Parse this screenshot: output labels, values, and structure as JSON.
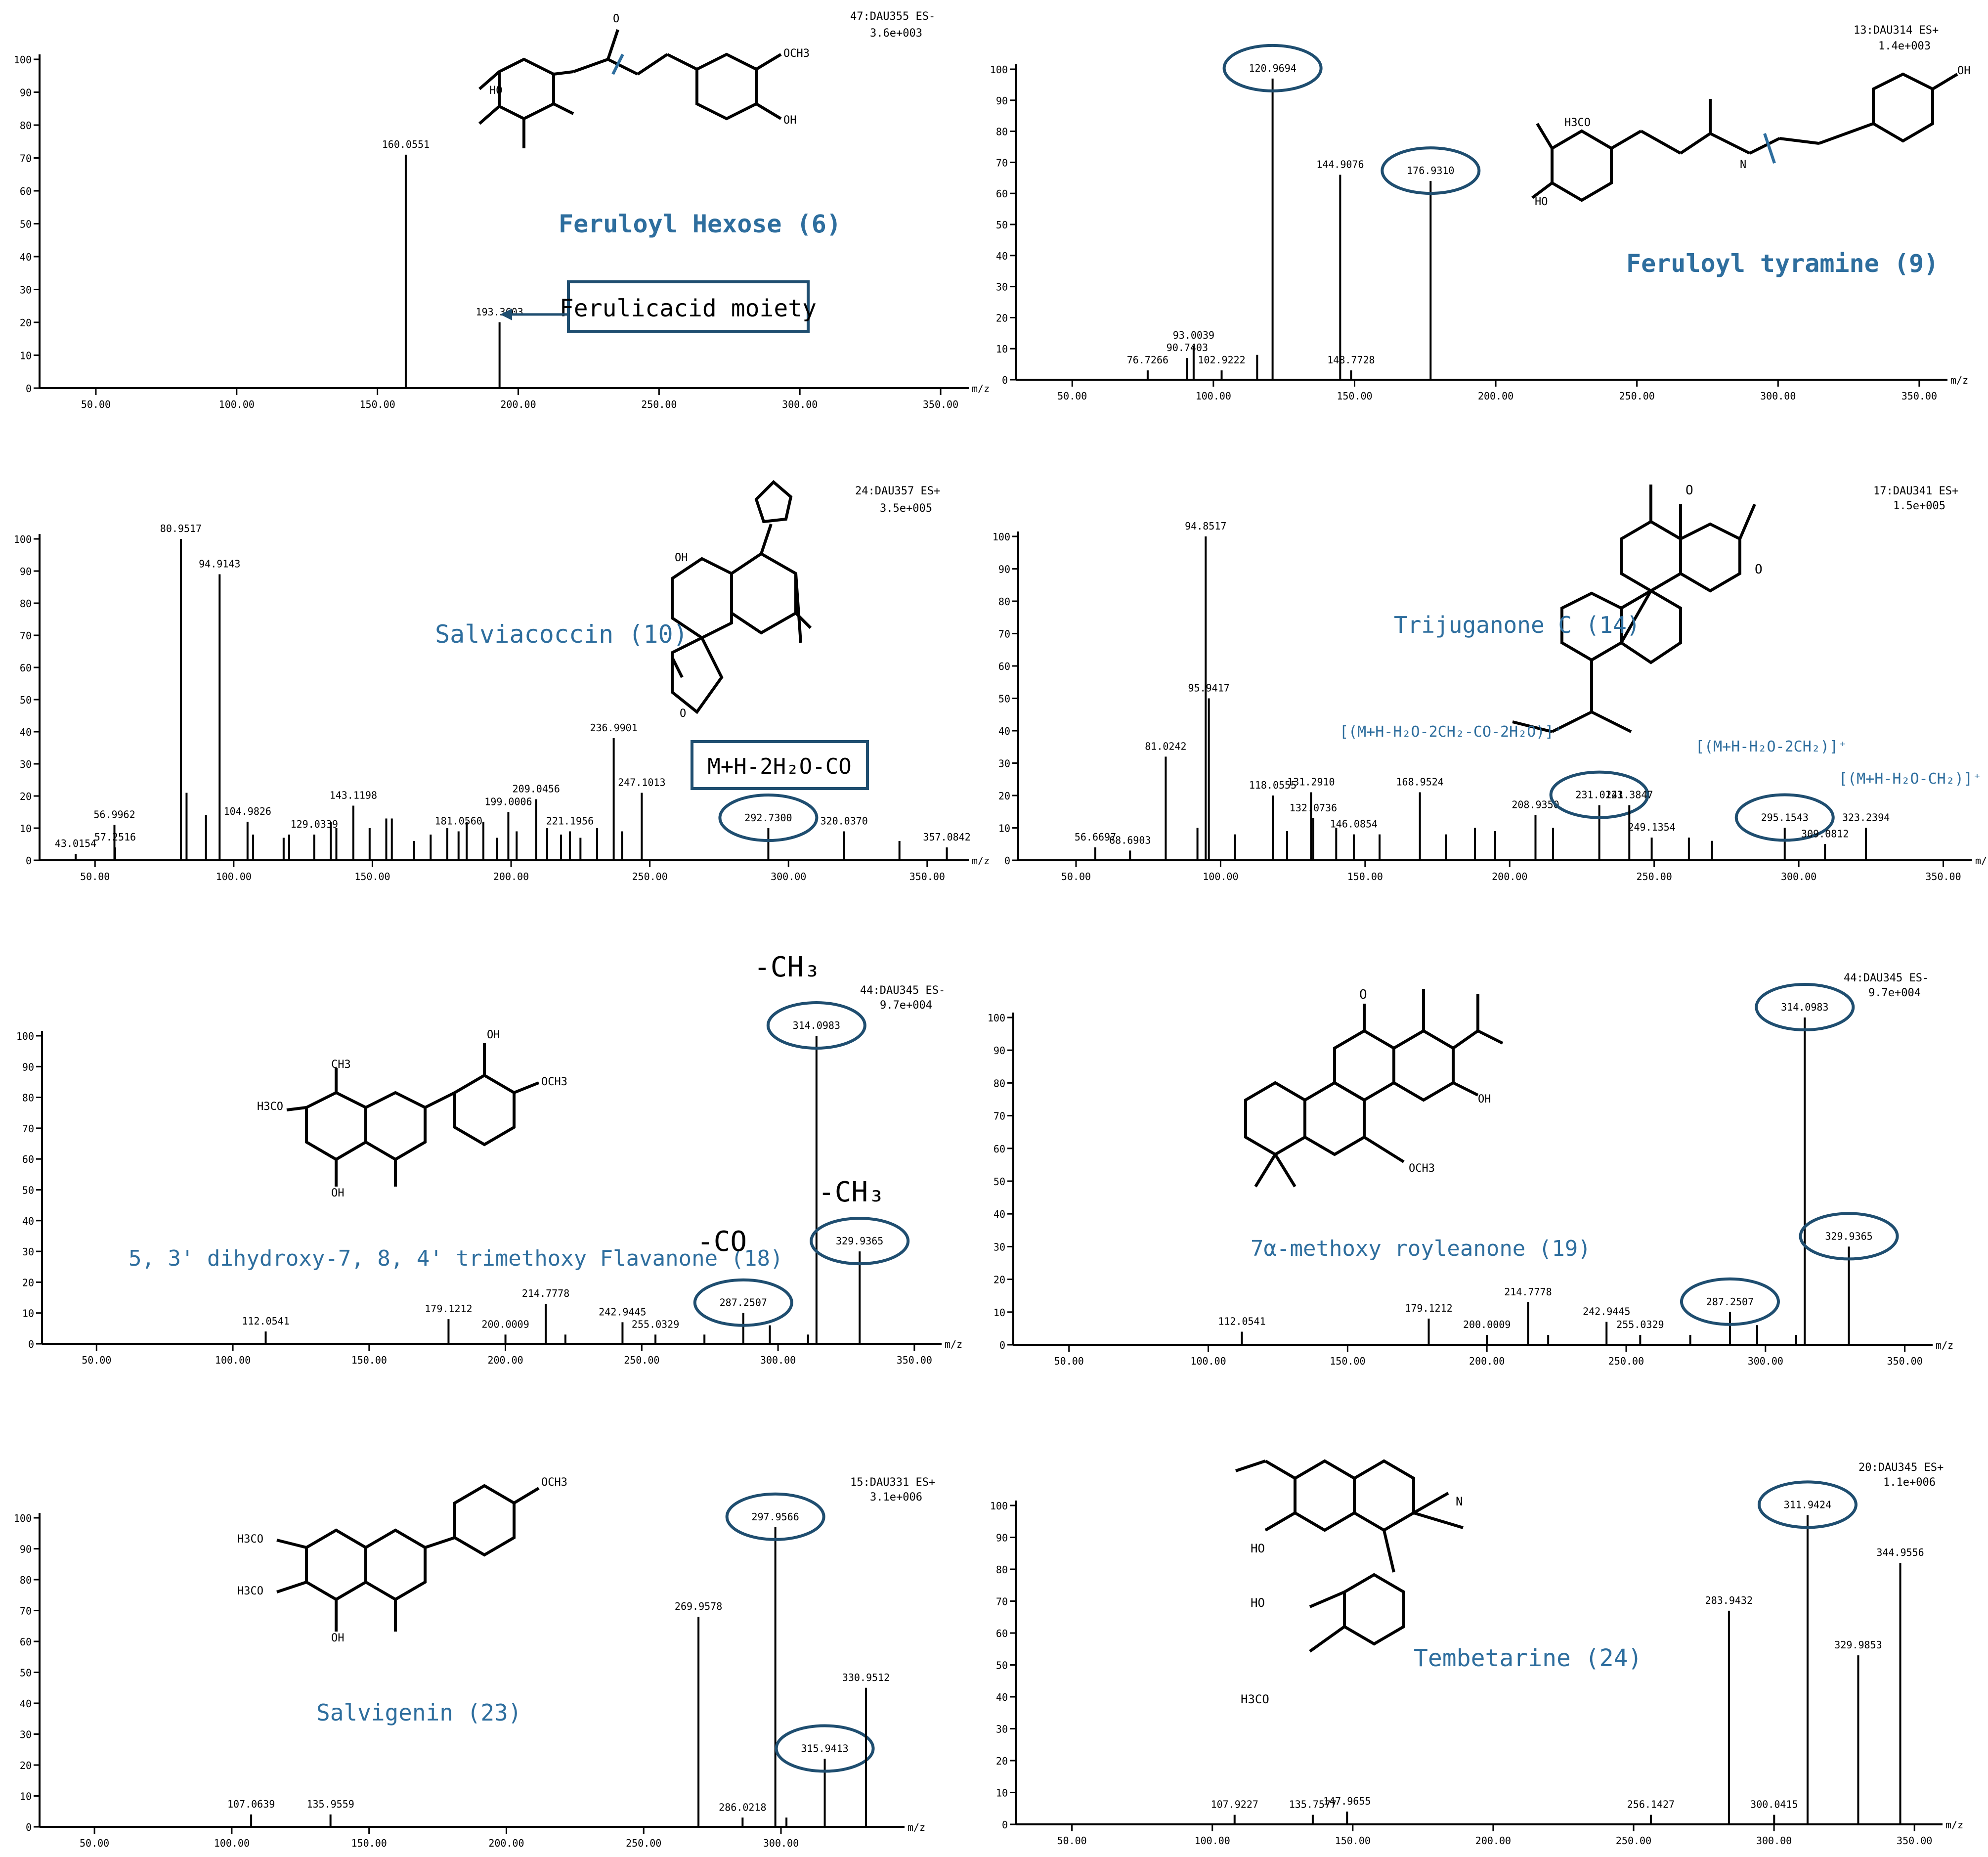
{
  "colors": {
    "compound_name": "#2e6e9e",
    "ellipse": "#1f4e70",
    "axis": "#000000",
    "peak": "#000000"
  },
  "chart_data": [
    {
      "type": "bar",
      "compound_name": "Feruloyl Hexose (6)",
      "header_line1": "47:DAU355  ES-",
      "header_line2": "3.6e+003",
      "xlim": [
        30,
        360
      ],
      "ylim": [
        0,
        100
      ],
      "x_ticks": [
        "50.00",
        "100.00",
        "150.00",
        "200.00",
        "250.00",
        "300.00",
        "350.00"
      ],
      "x_tick_values": [
        50,
        100,
        150,
        200,
        250,
        300,
        350
      ],
      "y_ticks": [
        "0",
        "10",
        "20",
        "30",
        "40",
        "50",
        "60",
        "70",
        "80",
        "90",
        "100"
      ],
      "xunit": "m/z",
      "peaks": [
        {
          "x": 160.0551,
          "y": 71,
          "label": "160.0551"
        },
        {
          "x": 193.3603,
          "y": 20,
          "label": "193.3603"
        }
      ],
      "annotations": [
        {
          "text": "Ferulicacid moiety",
          "x": 193.3603,
          "y": 20,
          "type": "box-arrow"
        }
      ]
    },
    {
      "type": "bar",
      "compound_name": "Feruloyl tyramine (9)",
      "header_line1": "13:DAU314  ES+",
      "header_line2": "1.4e+003",
      "xlim": [
        30,
        360
      ],
      "ylim": [
        0,
        100
      ],
      "x_ticks": [
        "50.00",
        "100.00",
        "150.00",
        "200.00",
        "250.00",
        "300.00",
        "350.00"
      ],
      "x_tick_values": [
        50,
        100,
        150,
        200,
        250,
        300,
        350
      ],
      "y_ticks": [
        "0",
        "10",
        "20",
        "30",
        "40",
        "50",
        "60",
        "70",
        "80",
        "90",
        "100"
      ],
      "xunit": "m/z",
      "peaks": [
        {
          "x": 76.7266,
          "y": 3,
          "label": "76.7266"
        },
        {
          "x": 90.7403,
          "y": 7,
          "label": "90.7403"
        },
        {
          "x": 93.0039,
          "y": 11,
          "label": "93.0039"
        },
        {
          "x": 102.9222,
          "y": 3,
          "label": "102.9222"
        },
        {
          "x": 115.5,
          "y": 8,
          "label": ""
        },
        {
          "x": 120.9694,
          "y": 97,
          "label": "120.9694",
          "circled": true
        },
        {
          "x": 144.9076,
          "y": 66,
          "label": "144.9076"
        },
        {
          "x": 148.7728,
          "y": 3,
          "label": "148.7728"
        },
        {
          "x": 176.931,
          "y": 64,
          "label": "176.9310",
          "circled": true
        }
      ]
    },
    {
      "type": "bar",
      "compound_name": "Salviacoccin (10)",
      "header_line1": "24:DAU357  ES+",
      "header_line2": "3.5e+005",
      "xlim": [
        30,
        365
      ],
      "ylim": [
        0,
        100
      ],
      "x_ticks": [
        "50.00",
        "100.00",
        "150.00",
        "200.00",
        "250.00",
        "300.00",
        "350.00"
      ],
      "x_tick_values": [
        50,
        100,
        150,
        200,
        250,
        300,
        350
      ],
      "y_ticks": [
        "0",
        "10",
        "20",
        "30",
        "40",
        "50",
        "60",
        "70",
        "80",
        "90",
        "100"
      ],
      "xunit": "m/z",
      "peaks": [
        {
          "x": 43.0154,
          "y": 2,
          "label": "43.0154"
        },
        {
          "x": 56.9962,
          "y": 11,
          "label": "56.9962"
        },
        {
          "x": 57.2516,
          "y": 4,
          "label": "57.2516"
        },
        {
          "x": 80.9517,
          "y": 100,
          "label": "80.9517"
        },
        {
          "x": 83.0,
          "y": 21,
          "label": ""
        },
        {
          "x": 90.0,
          "y": 14,
          "label": ""
        },
        {
          "x": 94.9143,
          "y": 89,
          "label": "94.9143"
        },
        {
          "x": 104.9826,
          "y": 12,
          "label": "104.9826"
        },
        {
          "x": 107.0,
          "y": 8,
          "label": ""
        },
        {
          "x": 118.0,
          "y": 7,
          "label": ""
        },
        {
          "x": 120.0,
          "y": 8,
          "label": ""
        },
        {
          "x": 129.0339,
          "y": 8,
          "label": "129.0339"
        },
        {
          "x": 135.0,
          "y": 12,
          "label": ""
        },
        {
          "x": 137.0,
          "y": 10,
          "label": ""
        },
        {
          "x": 143.1198,
          "y": 17,
          "label": "143.1198"
        },
        {
          "x": 149.0,
          "y": 10,
          "label": ""
        },
        {
          "x": 155.0,
          "y": 13,
          "label": ""
        },
        {
          "x": 157.0,
          "y": 13,
          "label": ""
        },
        {
          "x": 165.0,
          "y": 6,
          "label": ""
        },
        {
          "x": 171.0,
          "y": 8,
          "label": ""
        },
        {
          "x": 177.0,
          "y": 10,
          "label": ""
        },
        {
          "x": 181.056,
          "y": 9,
          "label": "181.0560"
        },
        {
          "x": 184.0,
          "y": 12,
          "label": ""
        },
        {
          "x": 190.0,
          "y": 12,
          "label": ""
        },
        {
          "x": 195.0,
          "y": 7,
          "label": ""
        },
        {
          "x": 199.0006,
          "y": 15,
          "label": "199.0006"
        },
        {
          "x": 202.0,
          "y": 9,
          "label": ""
        },
        {
          "x": 209.0456,
          "y": 19,
          "label": "209.0456"
        },
        {
          "x": 213.0,
          "y": 10,
          "label": ""
        },
        {
          "x": 218.0,
          "y": 8,
          "label": ""
        },
        {
          "x": 221.1956,
          "y": 9,
          "label": "221.1956"
        },
        {
          "x": 225.0,
          "y": 7,
          "label": ""
        },
        {
          "x": 231.0,
          "y": 10,
          "label": ""
        },
        {
          "x": 236.9901,
          "y": 38,
          "label": "236.9901"
        },
        {
          "x": 240.0,
          "y": 9,
          "label": ""
        },
        {
          "x": 247.1013,
          "y": 21,
          "label": "247.1013"
        },
        {
          "x": 292.73,
          "y": 10,
          "label": "292.7300",
          "circled": true
        },
        {
          "x": 320.037,
          "y": 9,
          "label": "320.0370"
        },
        {
          "x": 340.0,
          "y": 6,
          "label": ""
        },
        {
          "x": 357.0842,
          "y": 4,
          "label": "357.0842"
        }
      ],
      "annotations": [
        {
          "text": "M+H-2H₂O-CO",
          "type": "box"
        }
      ]
    },
    {
      "type": "bar",
      "compound_name": "Trijuganone C (14)",
      "header_line1": "17:DAU341  ES+",
      "header_line2": "1.5e+005",
      "xlim": [
        30,
        360
      ],
      "ylim": [
        0,
        100
      ],
      "x_ticks": [
        "50.00",
        "100.00",
        "150.00",
        "200.00",
        "250.00",
        "300.00",
        "350.00"
      ],
      "x_tick_values": [
        50,
        100,
        150,
        200,
        250,
        300,
        350
      ],
      "y_ticks": [
        "0",
        "10",
        "20",
        "30",
        "40",
        "50",
        "60",
        "70",
        "80",
        "90",
        "100"
      ],
      "xunit": "m/z",
      "peaks": [
        {
          "x": 56.6697,
          "y": 4,
          "label": "56.6697"
        },
        {
          "x": 68.6903,
          "y": 3,
          "label": "68.6903"
        },
        {
          "x": 81.0242,
          "y": 32,
          "label": "81.0242"
        },
        {
          "x": 92.0,
          "y": 10,
          "label": ""
        },
        {
          "x": 94.8517,
          "y": 100,
          "label": "94.8517"
        },
        {
          "x": 95.9417,
          "y": 50,
          "label": "95.9417"
        },
        {
          "x": 105.0,
          "y": 8,
          "label": ""
        },
        {
          "x": 118.0555,
          "y": 20,
          "label": "118.0555"
        },
        {
          "x": 123.0,
          "y": 9,
          "label": ""
        },
        {
          "x": 131.291,
          "y": 21,
          "label": "131.2910"
        },
        {
          "x": 132.0736,
          "y": 13,
          "label": "132.0736"
        },
        {
          "x": 140.0,
          "y": 10,
          "label": ""
        },
        {
          "x": 146.0854,
          "y": 8,
          "label": "146.0854"
        },
        {
          "x": 155.0,
          "y": 8,
          "label": ""
        },
        {
          "x": 168.9524,
          "y": 21,
          "label": "168.9524"
        },
        {
          "x": 178.0,
          "y": 8,
          "label": ""
        },
        {
          "x": 188.0,
          "y": 10,
          "label": ""
        },
        {
          "x": 195.0,
          "y": 9,
          "label": ""
        },
        {
          "x": 208.935,
          "y": 14,
          "label": "208.9350"
        },
        {
          "x": 215.0,
          "y": 10,
          "label": ""
        },
        {
          "x": 231.0123,
          "y": 17,
          "label": "231.0123",
          "circled": true
        },
        {
          "x": 241.3847,
          "y": 17,
          "label": "241.3847"
        },
        {
          "x": 249.1354,
          "y": 7,
          "label": "249.1354"
        },
        {
          "x": 262.0,
          "y": 7,
          "label": ""
        },
        {
          "x": 270.0,
          "y": 6,
          "label": ""
        },
        {
          "x": 295.1543,
          "y": 10,
          "label": "295.1543",
          "circled": true
        },
        {
          "x": 309.0812,
          "y": 5,
          "label": "309.0812"
        },
        {
          "x": 323.2394,
          "y": 10,
          "label": "323.2394"
        }
      ],
      "annotations": [
        {
          "text": "[(M+H-H₂O-2CH₂-CO-2H₂O)]⁺",
          "type": "label-arrow",
          "x": 231.0123
        },
        {
          "text": "[(M+H-H₂O-2CH₂)]⁺",
          "type": "label-arrow",
          "x": 295.1543
        },
        {
          "text": "[(M+H-H₂O-CH₂)]⁺",
          "type": "label-arrow",
          "x": 323.2394
        }
      ]
    },
    {
      "type": "bar",
      "compound_name": "5, 3' dihydroxy-7, 8, 4' trimethoxy Flavanone (18)",
      "header_line1": "44:DAU345  ES-",
      "header_line2": "9.7e+004",
      "xlim": [
        30,
        360
      ],
      "ylim": [
        0,
        100
      ],
      "x_ticks": [
        "50.00",
        "100.00",
        "150.00",
        "200.00",
        "250.00",
        "300.00",
        "350.00"
      ],
      "x_tick_values": [
        50,
        100,
        150,
        200,
        250,
        300,
        350
      ],
      "y_ticks": [
        "0",
        "10",
        "20",
        "30",
        "40",
        "50",
        "60",
        "70",
        "80",
        "90",
        "100"
      ],
      "xunit": "m/z",
      "peaks": [
        {
          "x": 112.0541,
          "y": 4,
          "label": "112.0541"
        },
        {
          "x": 179.1212,
          "y": 8,
          "label": "179.1212"
        },
        {
          "x": 200.0009,
          "y": 3,
          "label": "200.0009"
        },
        {
          "x": 214.7778,
          "y": 13,
          "label": "214.7778"
        },
        {
          "x": 222.0,
          "y": 3,
          "label": ""
        },
        {
          "x": 242.9445,
          "y": 7,
          "label": "242.9445"
        },
        {
          "x": 255.0329,
          "y": 3,
          "label": "255.0329"
        },
        {
          "x": 273.0,
          "y": 3,
          "label": ""
        },
        {
          "x": 287.2507,
          "y": 10,
          "label": "287.2507",
          "circled": true
        },
        {
          "x": 297.0,
          "y": 6,
          "label": ""
        },
        {
          "x": 311.0,
          "y": 3,
          "label": ""
        },
        {
          "x": 314.0983,
          "y": 100,
          "label": "314.0983",
          "circled": true
        },
        {
          "x": 329.9365,
          "y": 30,
          "label": "329.9365",
          "circled": true
        }
      ],
      "annotations": [
        {
          "text": "-CH₃",
          "x": 314.0983
        },
        {
          "text": "-CH₃",
          "x": 329.9365
        },
        {
          "text": "-CO",
          "x": 287.2507
        }
      ]
    },
    {
      "type": "bar",
      "compound_name": "7α-methoxy royleanone (19)",
      "header_line1": "44:DAU345  ES-",
      "header_line2": "9.7e+004",
      "xlim": [
        30,
        360
      ],
      "ylim": [
        0,
        100
      ],
      "x_ticks": [
        "50.00",
        "100.00",
        "150.00",
        "200.00",
        "250.00",
        "300.00",
        "350.00"
      ],
      "x_tick_values": [
        50,
        100,
        150,
        200,
        250,
        300,
        350
      ],
      "y_ticks": [
        "0",
        "10",
        "20",
        "30",
        "40",
        "50",
        "60",
        "70",
        "80",
        "90",
        "100"
      ],
      "xunit": "m/z",
      "peaks": [
        {
          "x": 112.0541,
          "y": 4,
          "label": "112.0541"
        },
        {
          "x": 179.1212,
          "y": 8,
          "label": "179.1212"
        },
        {
          "x": 200.0009,
          "y": 3,
          "label": "200.0009"
        },
        {
          "x": 214.7778,
          "y": 13,
          "label": "214.7778"
        },
        {
          "x": 222.0,
          "y": 3,
          "label": ""
        },
        {
          "x": 242.9445,
          "y": 7,
          "label": "242.9445"
        },
        {
          "x": 255.0329,
          "y": 3,
          "label": "255.0329"
        },
        {
          "x": 273.0,
          "y": 3,
          "label": ""
        },
        {
          "x": 287.2507,
          "y": 10,
          "label": "287.2507",
          "circled": true
        },
        {
          "x": 297.0,
          "y": 6,
          "label": ""
        },
        {
          "x": 311.0,
          "y": 3,
          "label": ""
        },
        {
          "x": 314.0983,
          "y": 100,
          "label": "314.0983",
          "circled": true
        },
        {
          "x": 329.9365,
          "y": 30,
          "label": "329.9365",
          "circled": true
        }
      ]
    },
    {
      "type": "bar",
      "compound_name": "Salvigenin (23)",
      "header_line1": "15:DAU331  ES+",
      "header_line2": "3.1e+006",
      "xlim": [
        30,
        345
      ],
      "ylim": [
        0,
        100
      ],
      "x_ticks": [
        "50.00",
        "100.00",
        "150.00",
        "200.00",
        "250.00",
        "300.00"
      ],
      "x_tick_values": [
        50,
        100,
        150,
        200,
        250,
        300
      ],
      "y_ticks": [
        "0",
        "10",
        "20",
        "30",
        "40",
        "50",
        "60",
        "70",
        "80",
        "90",
        "100"
      ],
      "xunit": "m/z",
      "peaks": [
        {
          "x": 107.0639,
          "y": 4,
          "label": "107.0639"
        },
        {
          "x": 135.9559,
          "y": 4,
          "label": "135.9559"
        },
        {
          "x": 269.9578,
          "y": 68,
          "label": "269.9578"
        },
        {
          "x": 286.0218,
          "y": 3,
          "label": "286.0218"
        },
        {
          "x": 297.9566,
          "y": 97,
          "label": "297.9566",
          "circled": true
        },
        {
          "x": 302.0,
          "y": 3,
          "label": ""
        },
        {
          "x": 315.9413,
          "y": 22,
          "label": "315.9413",
          "circled": true
        },
        {
          "x": 330.9512,
          "y": 45,
          "label": "330.9512"
        }
      ]
    },
    {
      "type": "bar",
      "compound_name": "Tembetarine (24)",
      "header_line1": "20:DAU345  ES+",
      "header_line2": "1.1e+006",
      "xlim": [
        30,
        360
      ],
      "ylim": [
        0,
        100
      ],
      "x_ticks": [
        "50.00",
        "100.00",
        "150.00",
        "200.00",
        "250.00",
        "300.00",
        "350.00"
      ],
      "x_tick_values": [
        50,
        100,
        150,
        200,
        250,
        300,
        350
      ],
      "y_ticks": [
        "0",
        "10",
        "20",
        "30",
        "40",
        "50",
        "60",
        "70",
        "80",
        "90",
        "100"
      ],
      "xunit": "m/z",
      "peaks": [
        {
          "x": 107.9227,
          "y": 3,
          "label": "107.9227"
        },
        {
          "x": 135.7577,
          "y": 3,
          "label": "135.7577"
        },
        {
          "x": 147.9655,
          "y": 4,
          "label": "147.9655"
        },
        {
          "x": 256.1427,
          "y": 3,
          "label": "256.1427"
        },
        {
          "x": 283.9432,
          "y": 67,
          "label": "283.9432"
        },
        {
          "x": 300.0415,
          "y": 3,
          "label": "300.0415"
        },
        {
          "x": 311.9424,
          "y": 97,
          "label": "311.9424",
          "circled": true
        },
        {
          "x": 329.9853,
          "y": 53,
          "label": "329.9853"
        },
        {
          "x": 344.9556,
          "y": 82,
          "label": "344.9556"
        }
      ]
    }
  ]
}
